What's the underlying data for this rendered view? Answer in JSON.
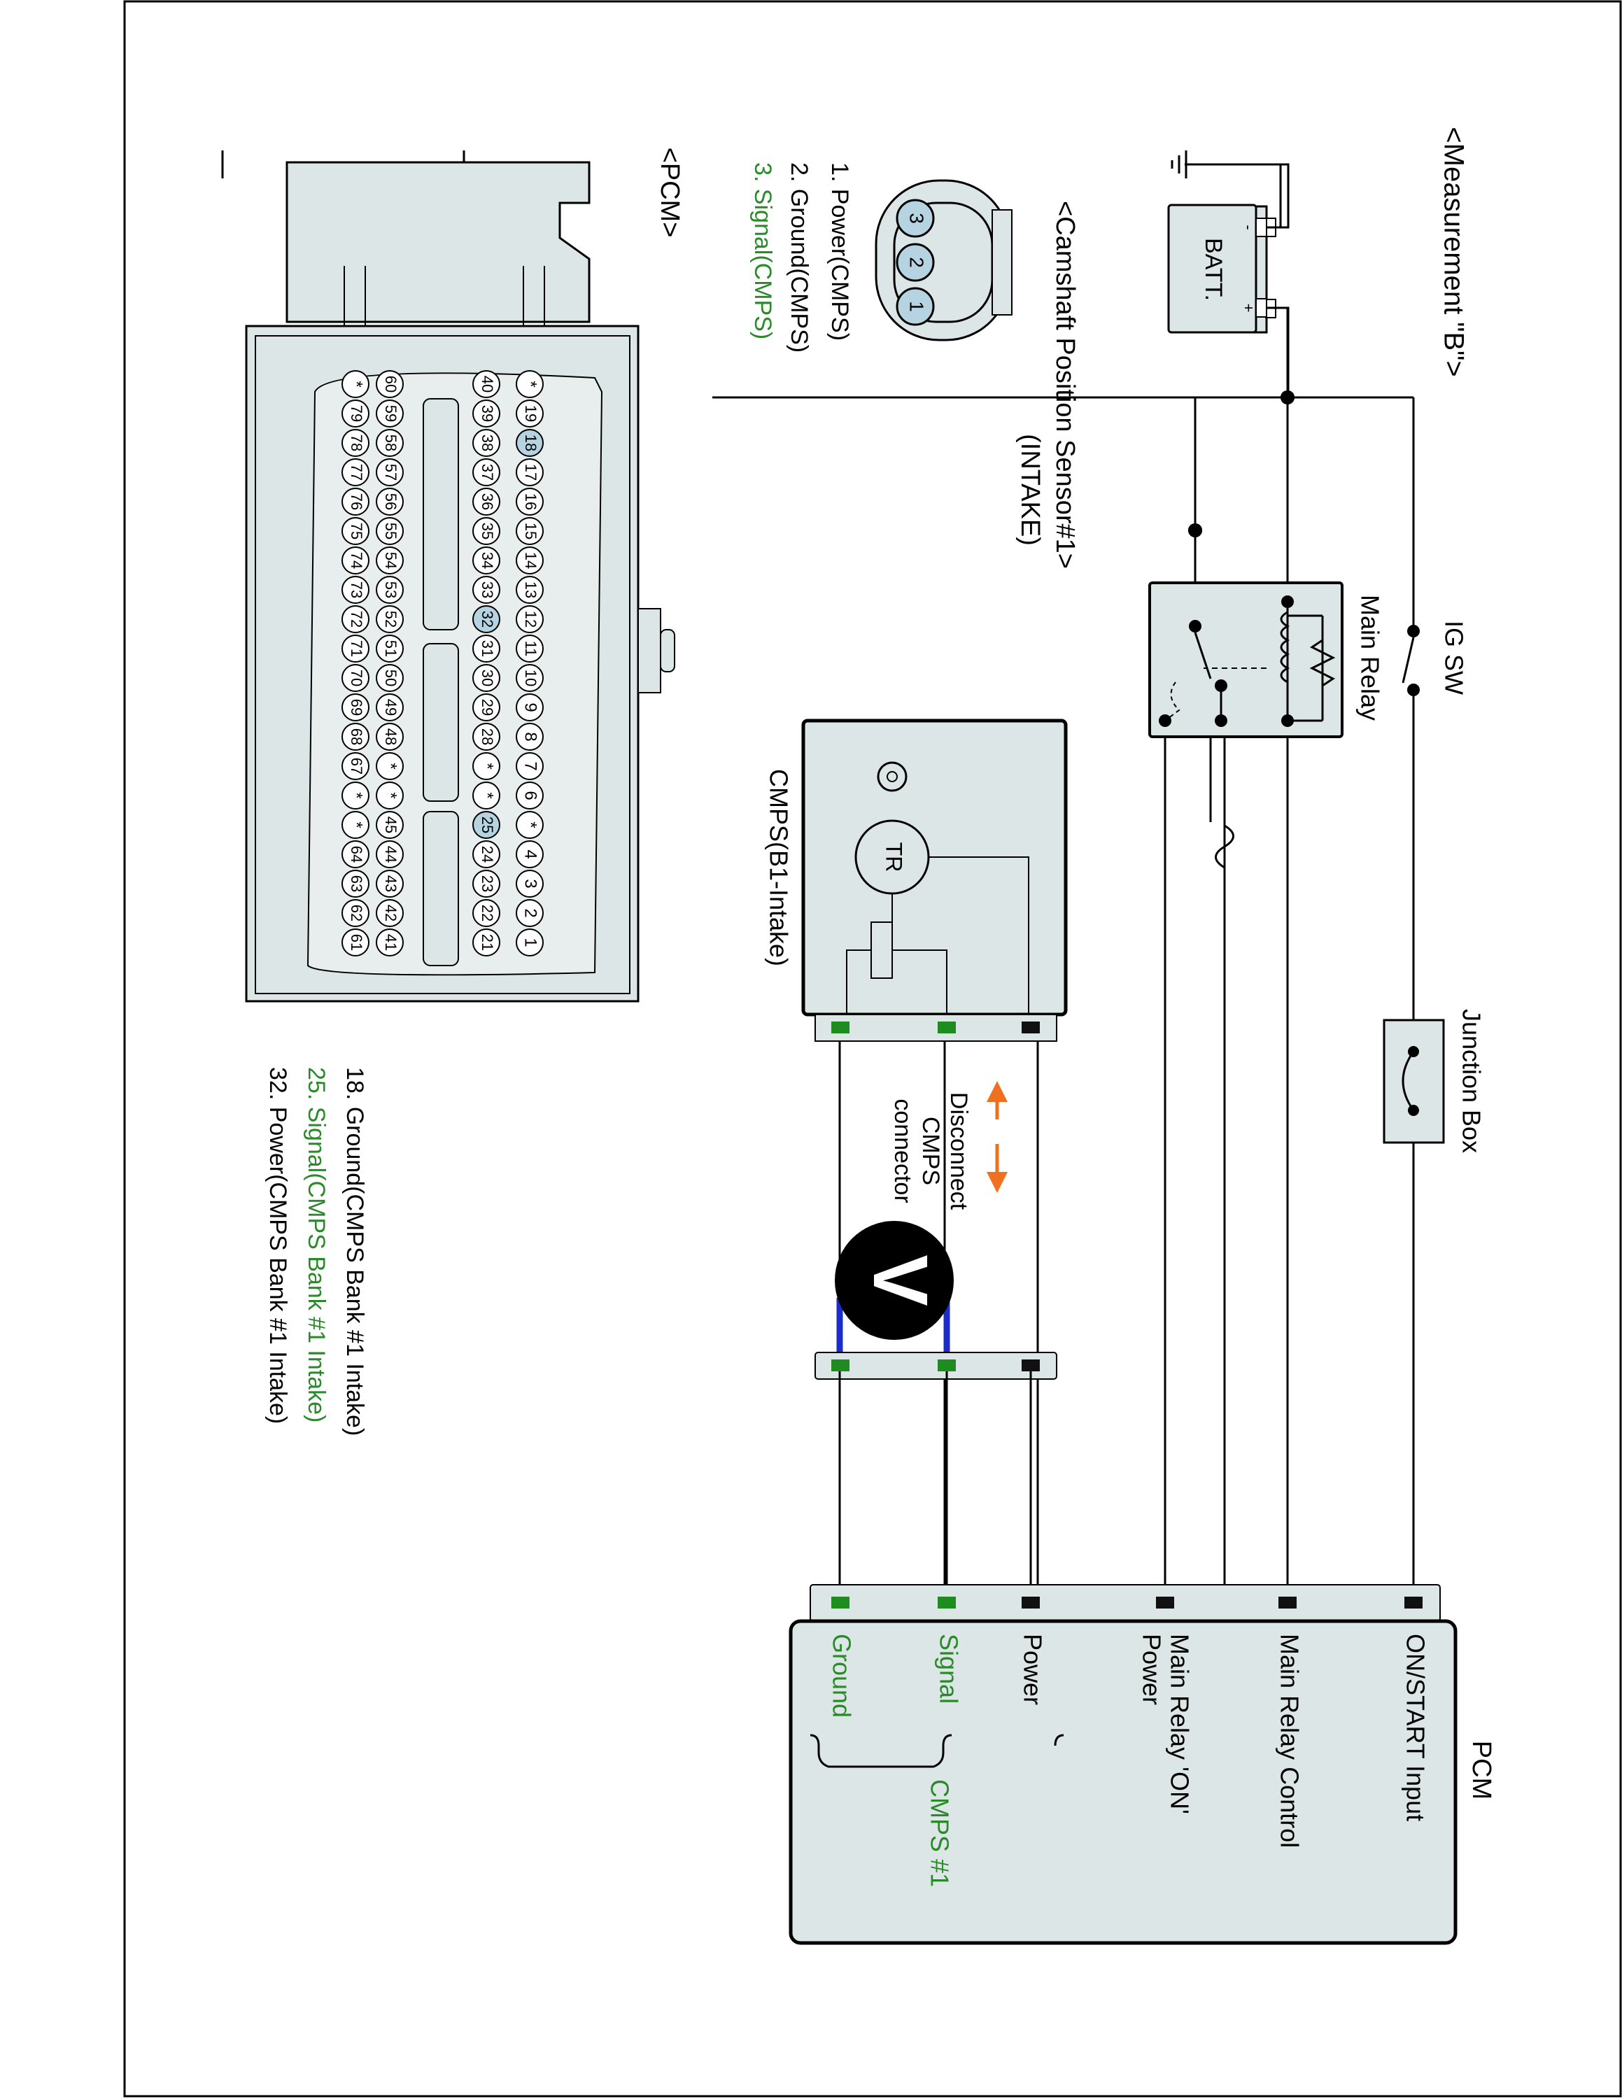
{
  "title": "<Measurement \"B\">",
  "battery": {
    "label": "BATT.",
    "plus": "+",
    "minus": "-"
  },
  "ig_switch": "IG SW",
  "main_relay": "Main Relay",
  "junction_box": "Junction Box",
  "cmps_unit": {
    "label": "CMPS(B1-Intake)",
    "transistor": "TR"
  },
  "disconnect_note": [
    "Disconnect",
    "CMPS",
    "connector"
  ],
  "voltmeter": "V",
  "pcm": {
    "label": "PCM",
    "pins": [
      "ON/START Input",
      "Main Relay Control",
      "Main Relay 'ON'",
      "Power",
      "Power",
      "Signal",
      "Ground"
    ],
    "group_label": "CMPS #1"
  },
  "sensor_connector": {
    "title": "<Camshaft Position Sensor#1>",
    "subtitle": "(INTAKE)",
    "pin_numbers": [
      "3",
      "2",
      "1"
    ],
    "legend": [
      "1. Power(CMPS)",
      "2. Ground(CMPS)",
      "3. Signal(CMPS)"
    ]
  },
  "pcm_connector": {
    "title": "<PCM>",
    "row1": [
      "*",
      "19",
      "18",
      "17",
      "16",
      "15",
      "14",
      "13",
      "12",
      "11",
      "10",
      "9",
      "8",
      "7",
      "6",
      "*",
      "4",
      "3",
      "2",
      "1"
    ],
    "row2": [
      "40",
      "39",
      "38",
      "37",
      "36",
      "35",
      "34",
      "33",
      "32",
      "31",
      "30",
      "29",
      "28",
      "*",
      "*",
      "25",
      "24",
      "23",
      "22",
      "21"
    ],
    "row3": [
      "60",
      "59",
      "58",
      "57",
      "56",
      "55",
      "54",
      "53",
      "52",
      "51",
      "50",
      "49",
      "48",
      "*",
      "*",
      "45",
      "44",
      "43",
      "42",
      "41"
    ],
    "row4": [
      "*",
      "79",
      "78",
      "77",
      "76",
      "75",
      "74",
      "73",
      "72",
      "71",
      "70",
      "69",
      "68",
      "67",
      "*",
      "*",
      "64",
      "63",
      "62",
      "61"
    ],
    "highlighted": [
      "18",
      "32",
      "25"
    ],
    "legend": [
      "18. Ground(CMPS Bank #1 Intake)",
      "25. Signal(CMPS Bank #1 Intake)",
      "32. Power(CMPS Bank #1 Intake)"
    ]
  },
  "colors": {
    "signal": "#2a8a2a",
    "terminal_green": "#1e8c1e",
    "arrow": "#f07020",
    "probe": "#1c2cc8",
    "pin_highlight": "#b5d3e0",
    "fill": "#dde6e6"
  }
}
